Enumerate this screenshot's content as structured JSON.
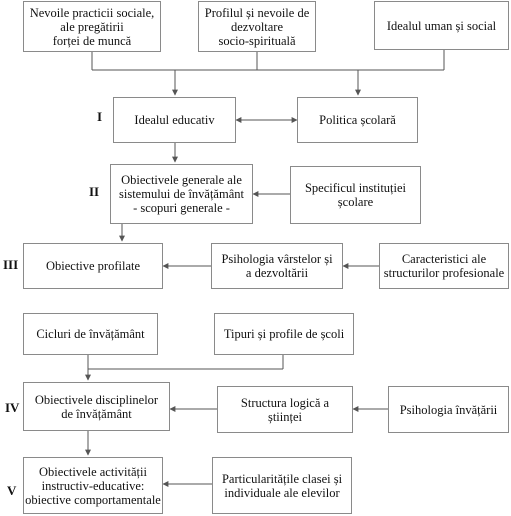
{
  "boxes": {
    "nevoile_practicii": "Nevoile practicii sociale,\nale pregătirii\nforței de muncă",
    "profilul": "Profilul și nevoile de\ndezvoltare\nsocio-spirituală",
    "idealul_uman": "Idealul uman și social",
    "idealul_educativ": "Idealul educativ",
    "politica_scolara": "Politica școlară",
    "obiective_generale": "Obiectivele generale ale\nsistemului de învățământ\n- scopuri generale -",
    "specificul": "Specificul instituției\nșcolare",
    "obiective_profilate": "Obiective profilate",
    "psihologia_varstelor": "Psihologia vârstelor și\na dezvoltării",
    "caracteristici": "Caracteristici ale\nstructurilor profesionale",
    "cicluri": "Cicluri de  învățământ",
    "tipuri": "Tipuri și profile de școli",
    "obiective_disciplinelor": "Obiectivele disciplinelor\nde învățământ",
    "structura_logica": "Structura logică a\nștiinței",
    "psihologia_invatarii": "Psihologia învățării",
    "obiective_activitatii": "Obiectivele activității\ninstructiv-educative:\nobiective comportamentale",
    "particularitatile": "Particularitățile clasei și\nindividuale ale elevilor"
  },
  "levels": [
    "I",
    "II",
    "III",
    "IV",
    "V"
  ],
  "colors": {
    "line": "#555555",
    "border": "#8a8a8a",
    "text": "#111111"
  }
}
